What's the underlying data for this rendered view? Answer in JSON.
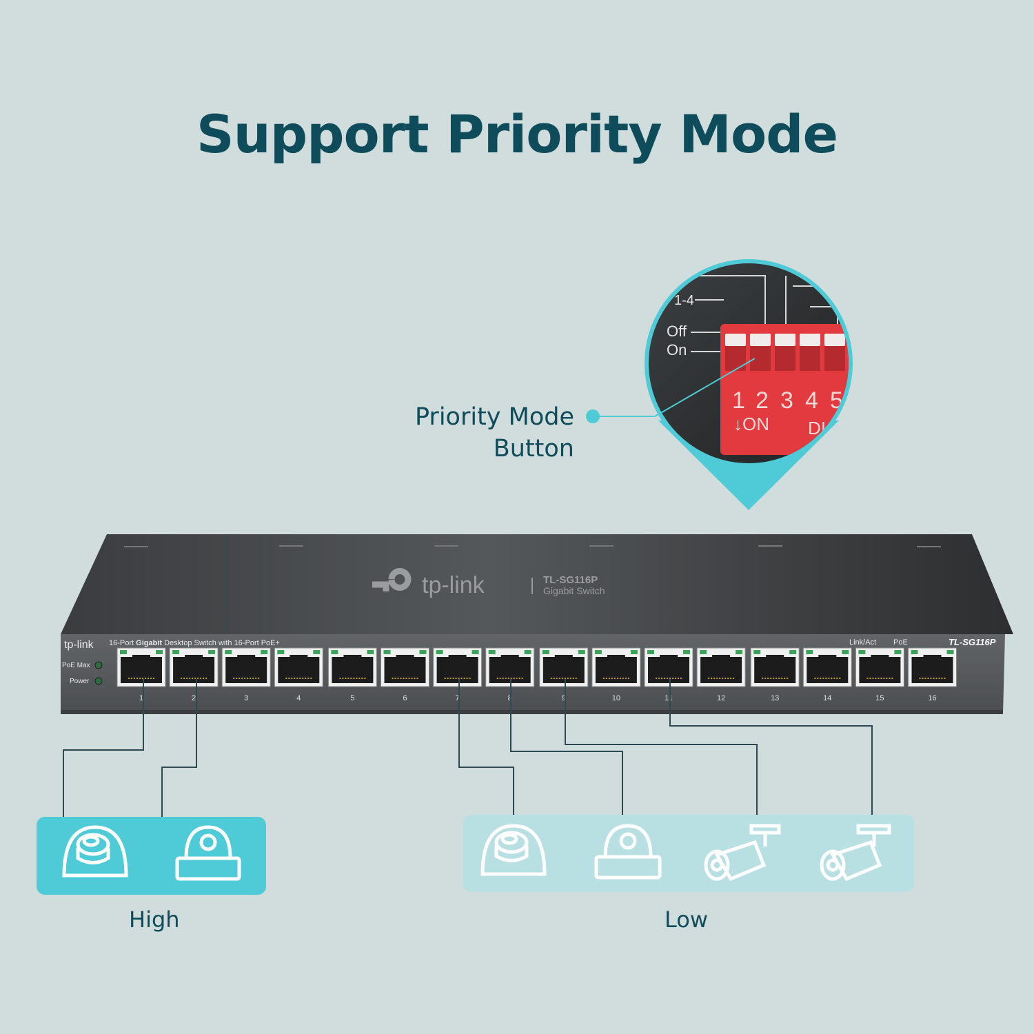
{
  "title": "Support Priority Mode",
  "callout": {
    "line1": "Priority Mode",
    "line2": "Button"
  },
  "dip": {
    "group_label": "1-4",
    "off_label": "Off",
    "on_label": "On",
    "numbers": [
      "1",
      "2",
      "3",
      "4",
      "5"
    ],
    "on_text": "↓ON",
    "extra_text": "DI"
  },
  "switch": {
    "top_brand": "tp-link",
    "top_model": "TL-SG116P",
    "top_desc": "Gigabit Switch",
    "front_brand": "tp-link",
    "front_desc_pre": "16-Port ",
    "front_desc_bold": "Gigabit",
    "front_desc_post": " Desktop Switch with 16-Port PoE+",
    "front_model": "TL-SG116P",
    "link_act": "Link/Act",
    "poe": "PoE",
    "poe_max": "PoE Max",
    "power": "Power",
    "ports": [
      "1",
      "2",
      "3",
      "4",
      "5",
      "6",
      "7",
      "8",
      "9",
      "10",
      "11",
      "12",
      "13",
      "14",
      "15",
      "16"
    ]
  },
  "groups": {
    "high": "High",
    "low": "Low"
  },
  "colors": {
    "title": "#0e4c5b",
    "accent": "#4ecbd6",
    "background": "#d1dcdc",
    "dip_red": "#e33a3f"
  },
  "icons": {
    "high": [
      "dome-camera-icon",
      "dome-camera-flat-icon"
    ],
    "low": [
      "dome-camera-icon",
      "dome-camera-flat-icon",
      "bullet-camera-icon",
      "bullet-camera-icon"
    ]
  }
}
